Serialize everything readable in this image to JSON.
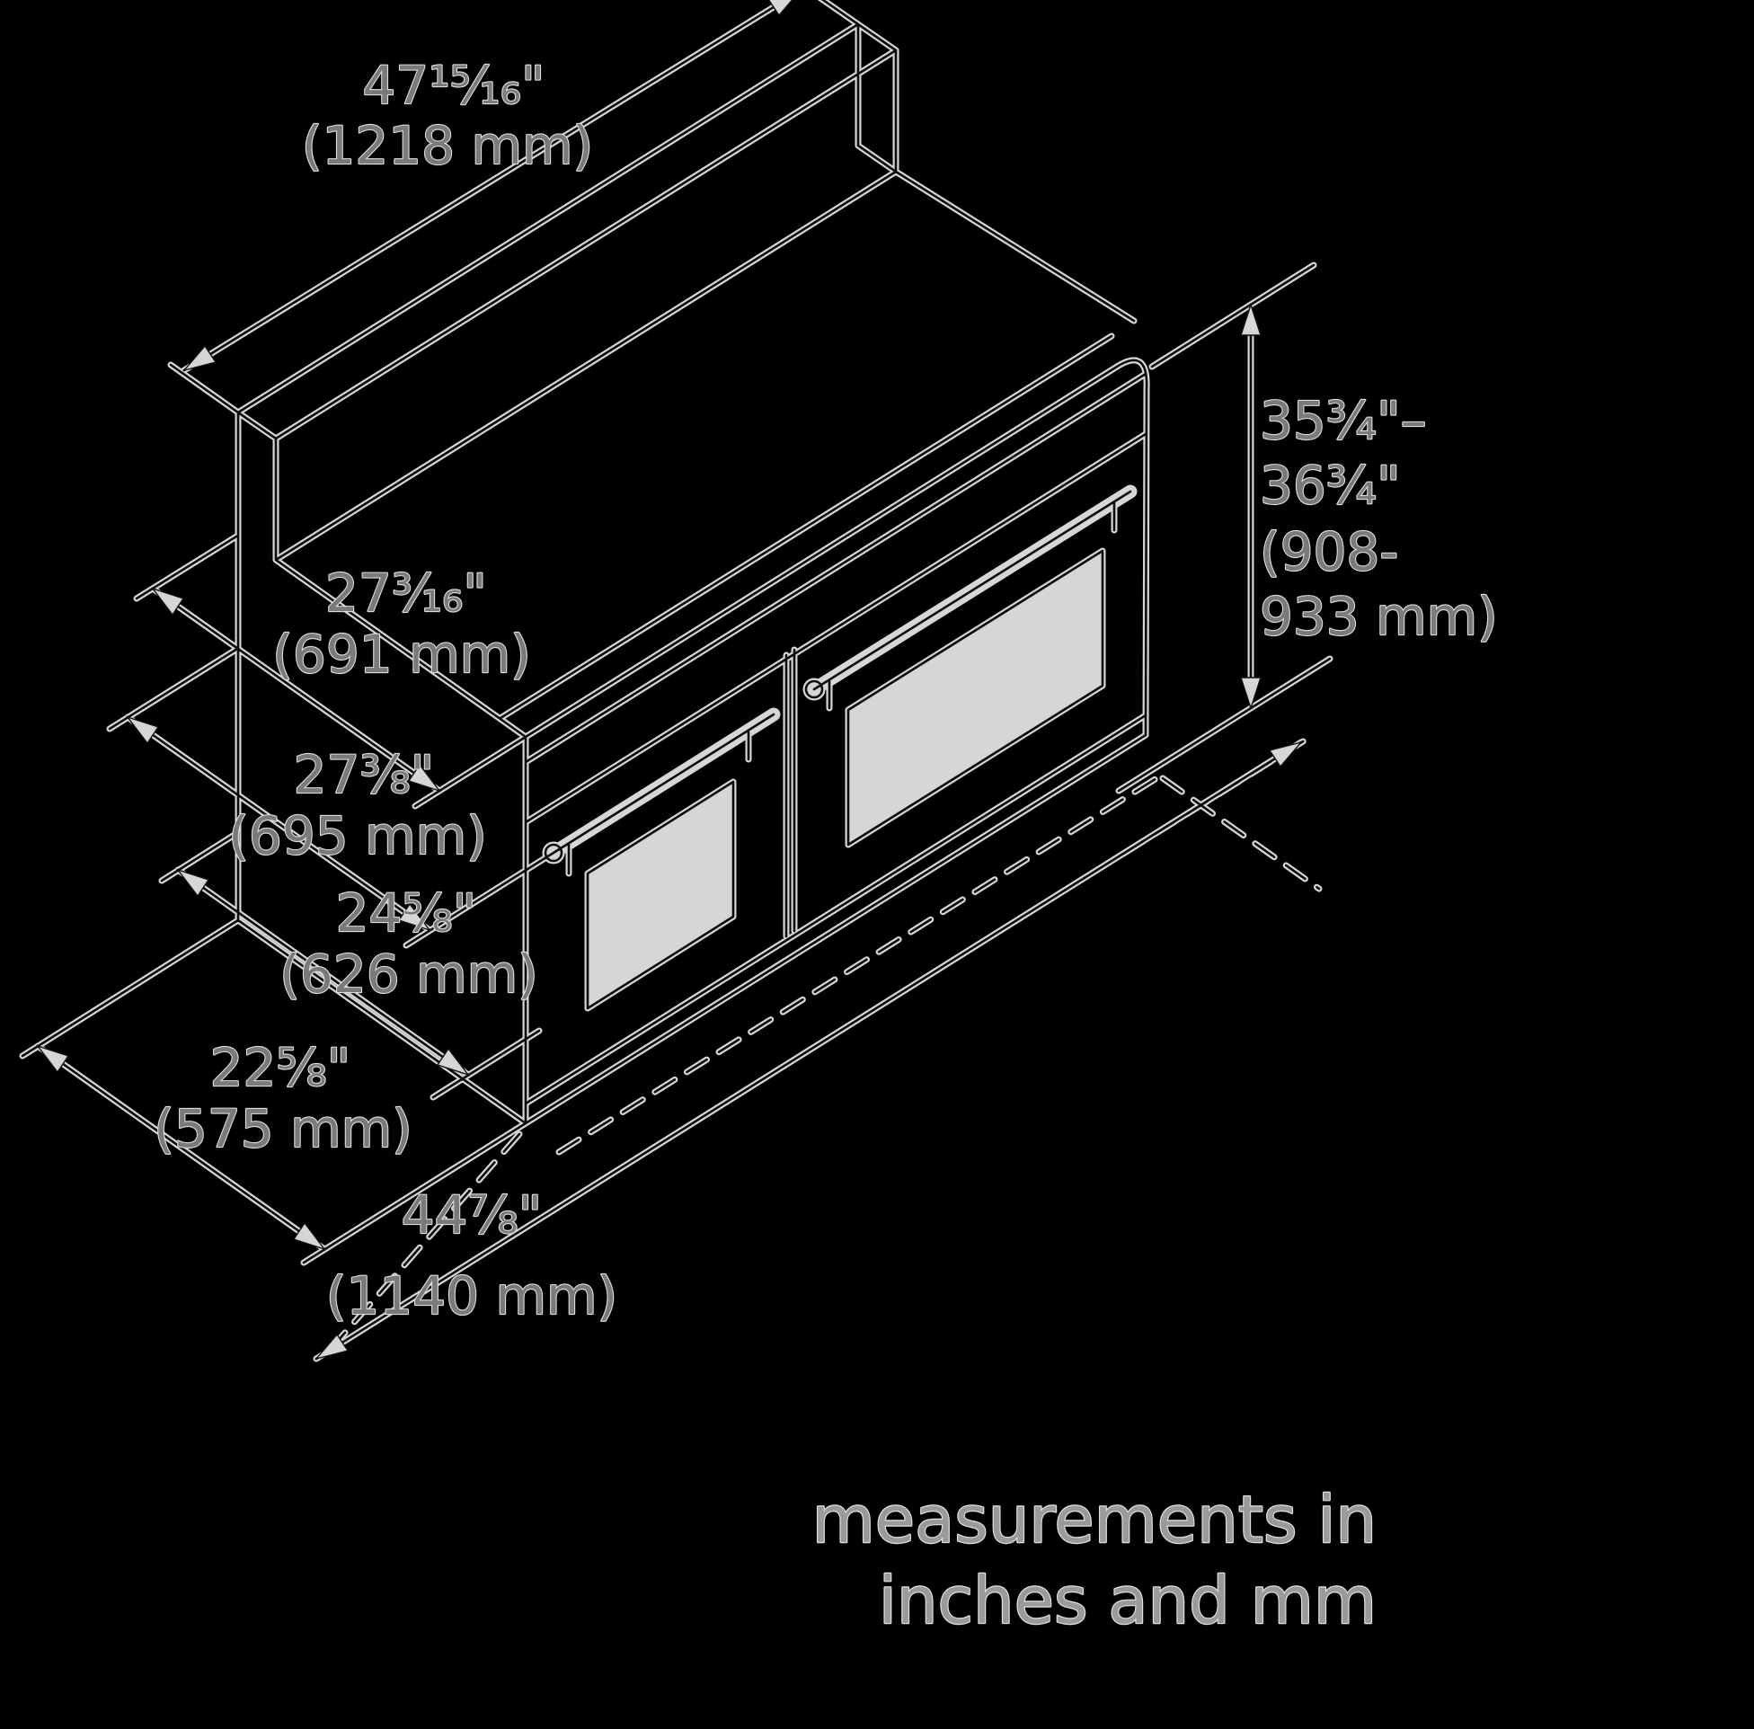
{
  "colors": {
    "background": "#000000",
    "line_halo": "#d6d6d6",
    "line_core": "#0c0c0c",
    "label_text": "#7a7a7a",
    "label_halo": "#dedede"
  },
  "dimensions": {
    "overall_width": {
      "inches": "47¹⁵⁄₁₆\"",
      "mm": "(1218 mm)"
    },
    "height_range": {
      "inches_line1": "35³⁄₄\"–",
      "inches_line2": "36³⁄₄\"",
      "mm_line1": "(908-",
      "mm_line2": "933 mm)"
    },
    "depth_total": {
      "inches": "27³⁄₁₆\"",
      "mm": "(691 mm)"
    },
    "depth_with_handle": {
      "inches": "27³⁄₈\"",
      "mm": "(695 mm)"
    },
    "depth_body": {
      "inches": "24⁵⁄₈\"",
      "mm": "(626 mm)"
    },
    "depth_base": {
      "inches": "22⁵⁄₈\"",
      "mm": "(575 mm)"
    },
    "width_base": {
      "inches": "44⁷⁄₈\"",
      "mm": "(1140 mm)"
    }
  },
  "note": {
    "line1": "measurements in",
    "line2": "inches and mm"
  }
}
